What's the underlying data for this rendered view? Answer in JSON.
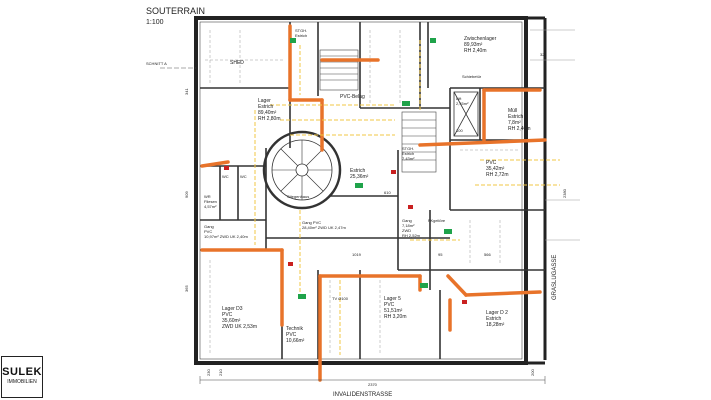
{
  "plan": {
    "title": "SOUTERRAIN",
    "scale": "1:100",
    "street_bottom": "INVALIDENSTRASSE",
    "street_right": "GRASLUGASSE",
    "section": "SCHNITT A",
    "orange": "#e8732a",
    "yellow": "#f2c744",
    "green": "#1fa34a",
    "rooms": [
      {
        "name": "Zwischenlager",
        "line2": "89,93m²",
        "line3": "RH 2,40m"
      },
      {
        "name": "STGH.",
        "line2": "Estrich"
      },
      {
        "name": "SHED"
      },
      {
        "name": "Lager",
        "line2": "Estrich",
        "line3": "89,40m²",
        "line4": "RH 2,80m"
      },
      {
        "name": "PVC-Belag"
      },
      {
        "name": "Lift",
        "line2": "2,45m²"
      },
      {
        "name": "Müll",
        "line2": "Estrich",
        "line3": "7,8m²",
        "line4": "RH 2,40m"
      },
      {
        "name": "Schiebetür"
      },
      {
        "name": "STGH.",
        "line2": "Estrich",
        "line3": "7,43m²"
      },
      {
        "name": "PVC",
        "line2": "35,42m²",
        "line3": "RH 2,72m"
      },
      {
        "name": "Estrich",
        "line2": "25,36m²"
      },
      {
        "name": "Stiegenhaus"
      },
      {
        "name": "WC"
      },
      {
        "name": "WC"
      },
      {
        "name": "WR",
        "line2": "Fliesen",
        "line3": "4,57m²"
      },
      {
        "name": "Gang",
        "line2": "PVC",
        "line3": "10,97m² ZWD UK 2,40m"
      },
      {
        "name": "Gang PVC",
        "line2": "28,40m² ZWD UK 2,47m"
      },
      {
        "name": "Gang",
        "line2": "7,18m²",
        "line3": "ZWD",
        "line4": "RH 2,52m"
      },
      {
        "name": "FKgeliöre"
      },
      {
        "name": "Lager D3",
        "line2": "PVC",
        "line3": "35,60m²",
        "line4": "ZWD UK 2,53m"
      },
      {
        "name": "Technik",
        "line2": "PVC",
        "line3": "10,66m²"
      },
      {
        "name": "Lager 5",
        "line2": "PVC",
        "line3": "51,51m²",
        "line4": "RH 3,20m"
      },
      {
        "name": "Lager D 2",
        "line2": "Estrich",
        "line3": "18,28m²"
      }
    ],
    "dims": [
      "120",
      "2370",
      "1019",
      "95",
      "566",
      "610",
      "341",
      "909",
      "365",
      "2380",
      "321",
      "230",
      "210",
      "200",
      "100",
      "TV Ø100"
    ]
  },
  "logo": {
    "name": "SULEK",
    "sub": "IMMOBILIEN"
  }
}
